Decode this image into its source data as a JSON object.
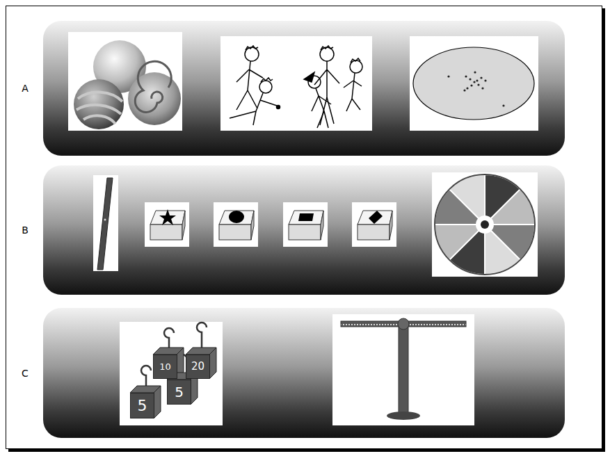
{
  "diagram": {
    "nodes": [
      {
        "text": [
          "A"
        ]
      },
      {
        "text": [
          "B"
        ]
      },
      {
        "text": [
          "C"
        ]
      },
      {
        "text": [
          "10"
        ],
        "in": 2
      },
      {
        "text": [
          "20"
        ],
        "in": 2
      },
      {
        "text": [
          "5"
        ],
        "in": 2
      },
      {
        "text": [
          "5"
        ],
        "in": 2
      }
    ]
  }
}
